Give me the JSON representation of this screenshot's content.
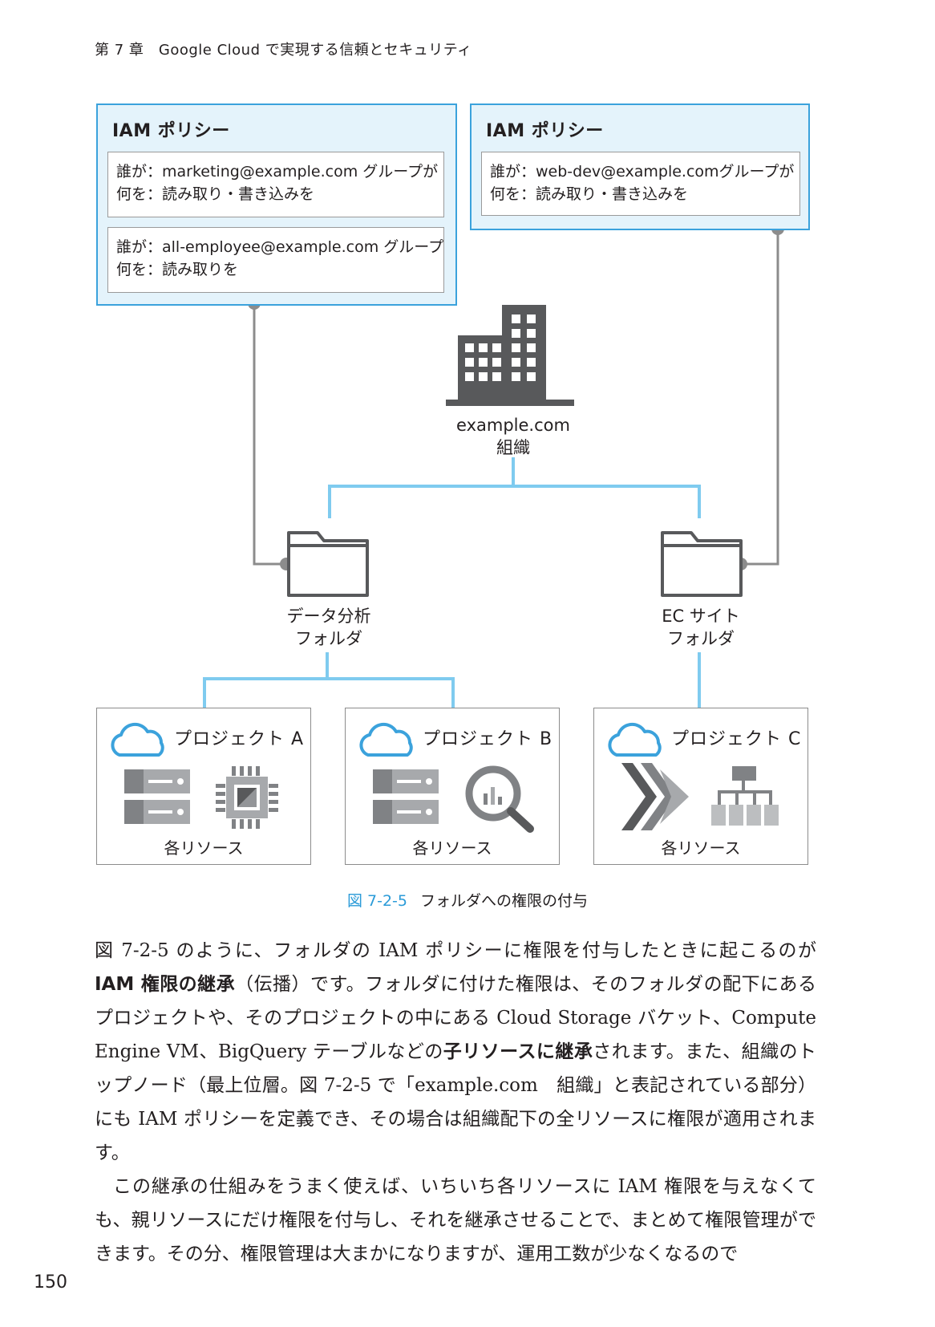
{
  "header": {
    "chapter": "第 7 章　Google Cloud で実現する信頼とセキュリティ"
  },
  "figure": {
    "policies": [
      {
        "title": "IAM ポリシー",
        "grants": [
          {
            "who": "誰が：marketing@example.com グループが",
            "what": "何を：読み取り・書き込みを"
          },
          {
            "who": "誰が：all-employee@example.com グループが",
            "what": "何を：読み取りを"
          }
        ]
      },
      {
        "title": "IAM ポリシー",
        "grants": [
          {
            "who": "誰が：web-dev@example.comグループが",
            "what": "何を：読み取り・書き込みを"
          }
        ]
      }
    ],
    "organization": {
      "line1": "example.com",
      "line2": "組織"
    },
    "folders": [
      {
        "line1": "データ分析",
        "line2": "フォルダ"
      },
      {
        "line1": "EC サイト",
        "line2": "フォルダ"
      }
    ],
    "projects": [
      {
        "title": "プロジェクト A",
        "resources_label": "各リソース",
        "icons": [
          "storage-icon",
          "compute-chip-icon"
        ]
      },
      {
        "title": "プロジェクト B",
        "resources_label": "各リソース",
        "icons": [
          "storage-icon",
          "bigquery-icon"
        ]
      },
      {
        "title": "プロジェクト C",
        "resources_label": "各リソース",
        "icons": [
          "app-engine-icon",
          "load-balancer-icon"
        ]
      }
    ],
    "caption": {
      "number": "図 7-2-5",
      "text": "フォルダへの権限の付与"
    },
    "colors": {
      "accent": "#3ba2dc",
      "policy_bg": "#e4f3fb",
      "connector_blue": "#7fcbef",
      "connector_gray": "#8c8c8c"
    }
  },
  "body": {
    "p1_a": "図 7-2-5 のように、フォルダの IAM ポリシーに権限を付与したときに起こるのが ",
    "p1_b": "IAM 権限の継承",
    "p1_c": "（伝播）です。フォルダに付けた権限は、そのフォルダの配下にあるプロジェクトや、そのプロジェクトの中にある Cloud Storage バケット、Compute Engine VM、BigQuery テーブルなどの",
    "p1_d": "子リソースに継承",
    "p1_e": "されます。また、組織のトップノード（最上位層。図 7-2-5 で「example.com　組織」と表記されている部分）にも IAM ポリシーを定義でき、その場合は組織配下の全リソースに権限が適用されます。",
    "p2": "この継承の仕組みをうまく使えば、いちいち各リソースに IAM 権限を与えなくても、親リソースにだけ権限を付与し、それを継承させることで、まとめて権限管理ができます。その分、権限管理は大まかになりますが、運用工数が少なくなるので"
  },
  "page_number": "150"
}
